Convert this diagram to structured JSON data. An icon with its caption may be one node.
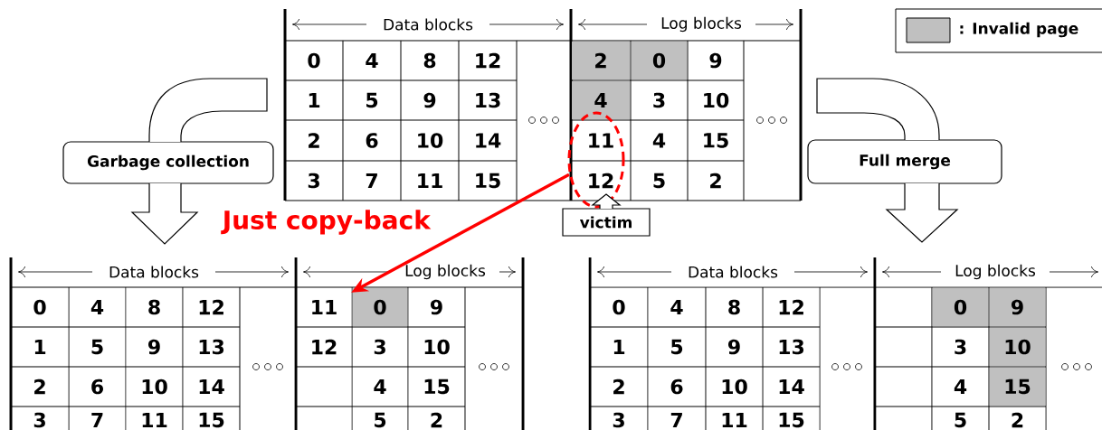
{
  "diagram": {
    "nodes": [
      {
        "text": [
          "Garbage collection"
        ]
      },
      {
        "text": [
          "Full merge"
        ]
      },
      {
        "text": [
          "victim"
        ]
      },
      {
        "text": [],
        "shape": "ellipse"
      },
      {
        "text": [
          "11"
        ]
      }
    ],
    "edges": [
      {
        "from": 3,
        "to": 4,
        "arrow": "to",
        "label": "Just copy-back",
        "color": "#ff0000"
      },
      {
        "from": 2,
        "to": 3,
        "arrow": "to"
      },
      {
        "from": 0,
        "to": null,
        "arrow": "to"
      },
      {
        "from": 1,
        "to": null,
        "arrow": "to"
      }
    ],
    "labels": [
      "Data blocks",
      "Log blocks",
      "0",
      "4",
      "8",
      "12",
      "2",
      "0",
      "9",
      "1",
      "5",
      "9",
      "13",
      "4",
      "3",
      "10",
      "2",
      "6",
      "10",
      "14",
      "11",
      "4",
      "15",
      "3",
      "7",
      "11",
      "15",
      "12",
      "5",
      "2",
      "Data blocks",
      "Log blocks",
      "0",
      "4",
      "8",
      "12",
      "0",
      "9",
      "1",
      "5",
      "9",
      "13",
      "12",
      "3",
      "10",
      "2",
      "6",
      "10",
      "14",
      "4",
      "15",
      "3",
      "7",
      "11",
      "15",
      "5",
      "2",
      "Data blocks",
      "Log blocks",
      "0",
      "4",
      "8",
      "12",
      "0",
      "9",
      "1",
      "5",
      "9",
      "13",
      "3",
      "10",
      "2",
      "6",
      "10",
      "14",
      "4",
      "15",
      "3",
      "7",
      "11",
      "15",
      "5",
      "2"
    ],
    "legend": [
      {
        "text": ": Invalid page",
        "color": "#c0c0c0"
      }
    ]
  }
}
